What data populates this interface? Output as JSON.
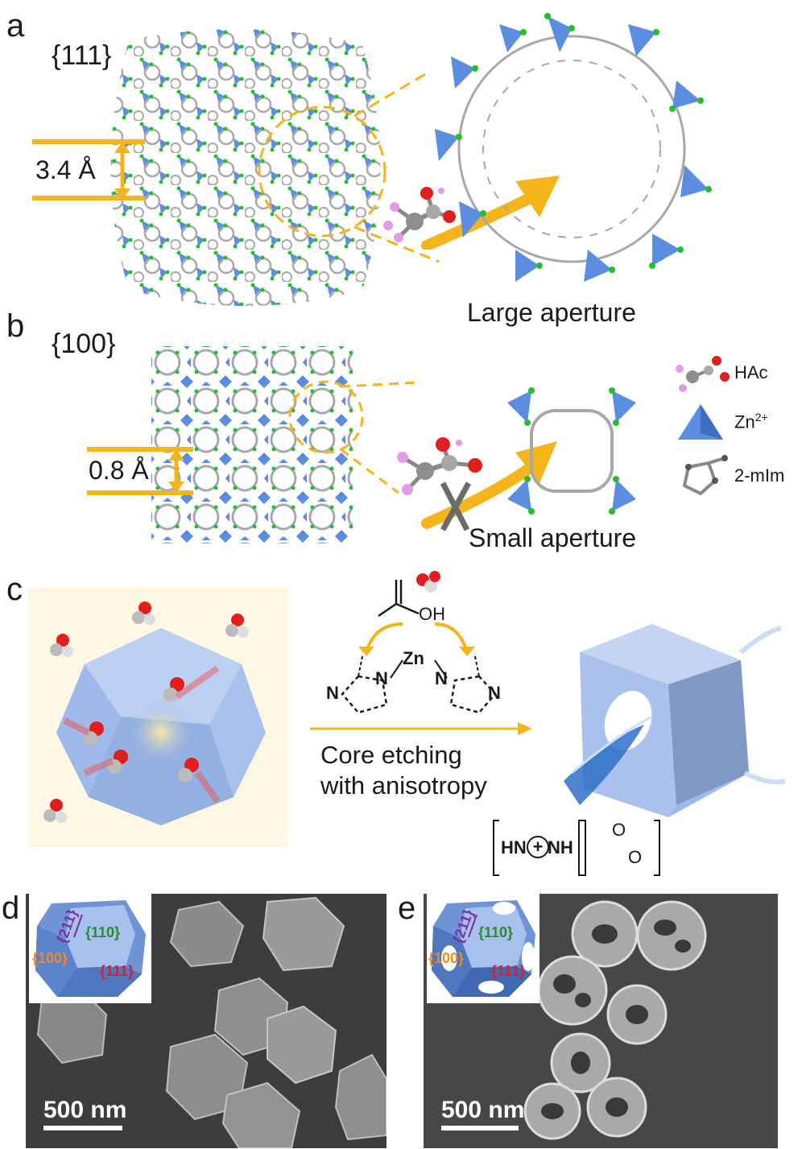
{
  "panels": {
    "a": {
      "letter": "a",
      "facet": "{111}",
      "aperture_size": "3.4 Å",
      "caption": "Large aperture"
    },
    "b": {
      "letter": "b",
      "facet": "{100}",
      "aperture_size": "0.8 Å",
      "caption": "Small aperture"
    },
    "c": {
      "letter": "c",
      "chem_oh": "OH",
      "chem_zn": "Zn",
      "chem_n": "N",
      "process_line1": "Core etching",
      "process_line2": "with anisotropy",
      "product_cation": "HN",
      "product_cation_nh": "NH",
      "product_plus": "+",
      "product_o": "O",
      "product_ominus": "O"
    },
    "d": {
      "letter": "d",
      "scale": "500 nm",
      "facets": [
        "{211}",
        "{110}",
        "{100}",
        "{111}"
      ]
    },
    "e": {
      "letter": "e",
      "scale": "500 nm",
      "facets": [
        "{211}",
        "{110}",
        "{100}",
        "{111}"
      ]
    }
  },
  "legend": {
    "hac": "HAc",
    "zn_base": "Zn",
    "zn_sup": "2+",
    "mim": "2-mIm"
  },
  "colors": {
    "tetra": "#5b8ee0",
    "link": "#a8a8a8",
    "nitrogen": "#22c02a",
    "arrow": "#f5b41a",
    "oxygen": "#e21e1e",
    "fluorine": "#e39be6",
    "crystal": "#9db8e8",
    "facet_211": "#7b2fa0",
    "facet_110": "#2f8a2f",
    "facet_100": "#f08a1c",
    "facet_111": "#d6202a"
  }
}
